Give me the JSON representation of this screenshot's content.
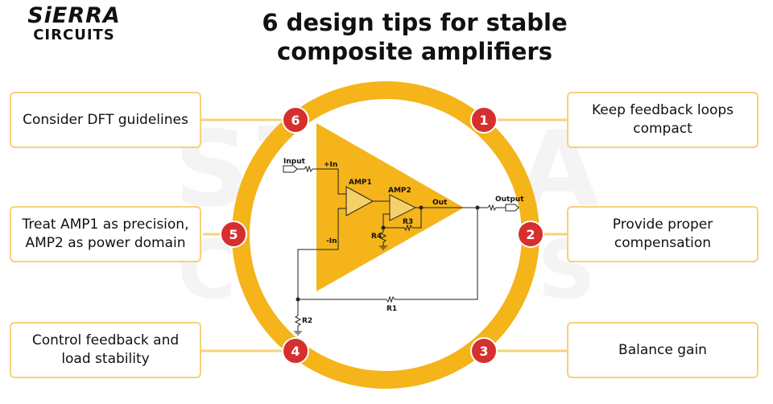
{
  "brand": {
    "line1": "SiERRA",
    "line2": "CIRCUITS"
  },
  "title": {
    "line1": "6 design tips for stable",
    "line2": "composite amplifiers"
  },
  "tips": [
    {
      "number": "1",
      "line1": "Keep feedback loops",
      "line2": "compact"
    },
    {
      "number": "2",
      "line1": "Provide proper",
      "line2": "compensation"
    },
    {
      "number": "3",
      "line1": "Balance gain",
      "line2": ""
    },
    {
      "number": "4",
      "line1": "Control feedback and",
      "line2": "load stability"
    },
    {
      "number": "5",
      "line1": "Treat AMP1 as precision,",
      "line2": "AMP2 as power domain"
    },
    {
      "number": "6",
      "line1": "Consider DFT guidelines",
      "line2": ""
    }
  ],
  "circuit": {
    "input": "Input",
    "output": "Output",
    "plus_in": "+In",
    "minus_in": "-In",
    "amp1": "AMP1",
    "amp2": "AMP2",
    "out": "Out",
    "r1": "R1",
    "r2": "R2",
    "r3": "R3",
    "r4": "R4"
  },
  "colors": {
    "ring": "#f4b41a",
    "triangle": "#f4b41a",
    "badge": "#d62f2f",
    "box_border": "#f6d27a",
    "line": "#f6d27a"
  }
}
